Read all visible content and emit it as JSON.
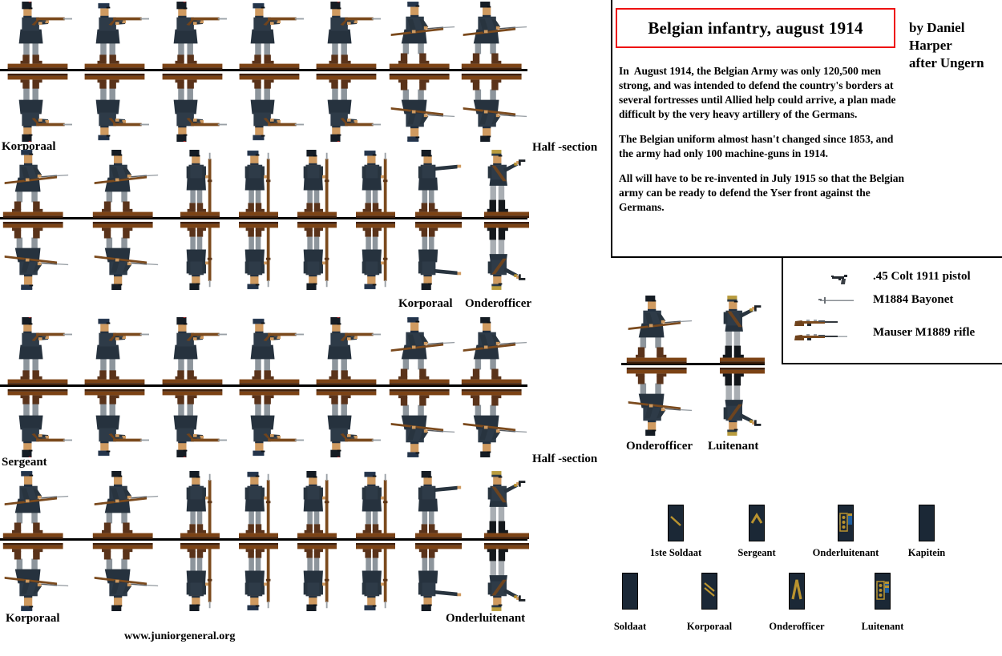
{
  "header": {
    "title": "Belgian infantry, august 1914",
    "byline_lines": [
      "by Daniel",
      "Harper",
      "after Ungern"
    ]
  },
  "description_paragraphs": [
    "In  August 1914, the Belgian Army was only 120,500 men strong, and was intended to defend the country's borders at several fortresses until Allied help could arrive, a plan made difficult by the very heavy artillery of the Germans.",
    "The Belgian uniform almost hasn't changed since 1853, and the army had only 100 machine-guns in 1914.",
    "All will have to be re-invented in July 1915 so that the Belgian army can be ready to defend the Yser front against the Germans."
  ],
  "figure_rows": [
    {
      "name": "row-1",
      "label_left": "Korporaal",
      "label_right": "Half -section",
      "figures": [
        {
          "pose": "firing",
          "hat": "shako"
        },
        {
          "pose": "firing",
          "hat": "cap"
        },
        {
          "pose": "firing",
          "hat": "shako"
        },
        {
          "pose": "firing",
          "hat": "cap"
        },
        {
          "pose": "firing",
          "hat": "shako"
        },
        {
          "pose": "advance",
          "hat": "cap"
        },
        {
          "pose": "advance",
          "hat": "shako"
        }
      ]
    },
    {
      "name": "row-2",
      "labels_bottom": [
        "Korporaal",
        "Onderofficer"
      ],
      "figures": [
        {
          "pose": "advance",
          "hat": "cap"
        },
        {
          "pose": "advance",
          "hat": "shako"
        },
        {
          "pose": "attention",
          "hat": "shako"
        },
        {
          "pose": "attention",
          "hat": "cap"
        },
        {
          "pose": "attention",
          "hat": "shako"
        },
        {
          "pose": "attention",
          "hat": "cap"
        },
        {
          "pose": "pointing",
          "hat": "shako"
        },
        {
          "pose": "officer",
          "hat": "kepi"
        }
      ]
    },
    {
      "name": "row-3",
      "label_left": "Sergeant",
      "label_right": "Half -section",
      "figures": [
        {
          "pose": "firing",
          "hat": "shako"
        },
        {
          "pose": "firing",
          "hat": "cap"
        },
        {
          "pose": "firing",
          "hat": "shako"
        },
        {
          "pose": "firing",
          "hat": "cap"
        },
        {
          "pose": "firing",
          "hat": "shako"
        },
        {
          "pose": "advance",
          "hat": "cap"
        },
        {
          "pose": "advance",
          "hat": "shako"
        }
      ]
    },
    {
      "name": "row-4",
      "label_left": "Korporaal",
      "label_right": "Onderluitenant",
      "figures": [
        {
          "pose": "advance",
          "hat": "cap"
        },
        {
          "pose": "advance",
          "hat": "shako"
        },
        {
          "pose": "attention",
          "hat": "shako"
        },
        {
          "pose": "attention",
          "hat": "cap"
        },
        {
          "pose": "attention",
          "hat": "shako"
        },
        {
          "pose": "attention",
          "hat": "cap"
        },
        {
          "pose": "pointing",
          "hat": "shako"
        },
        {
          "pose": "officer",
          "hat": "kepi"
        }
      ]
    }
  ],
  "command_pair": {
    "figures": [
      {
        "pose": "advance",
        "hat": "shako",
        "label": "Onderofficer"
      },
      {
        "pose": "officer",
        "hat": "kepi",
        "label": "Luitenant"
      }
    ]
  },
  "weapons_legend": {
    "items": [
      {
        "icon": "pistol-icon",
        "label": ".45 Colt 1911 pistol"
      },
      {
        "icon": "bayonet-icon",
        "label": "M1884 Bayonet"
      },
      {
        "icon": "rifle-icon",
        "label": "Mauser M1889 rifle"
      }
    ]
  },
  "insignia": {
    "rows": [
      [
        {
          "label": "1ste Soldaat",
          "type": "stripe1"
        },
        {
          "label": "Sergeant",
          "type": "chevron"
        },
        {
          "label": "Onderluitenant",
          "type": "officer1"
        },
        {
          "label": "Kapitein",
          "type": "plain"
        }
      ],
      [
        {
          "label": "Soldaat",
          "type": "plain"
        },
        {
          "label": "Korporaal",
          "type": "stripe2"
        },
        {
          "label": "Onderofficer",
          "type": "chevron-big"
        },
        {
          "label": "Luitenant",
          "type": "officer2"
        }
      ]
    ]
  },
  "footer": {
    "site": "www.juniorgeneral.org"
  },
  "colors": {
    "title_border_red": "#ee1111",
    "uniform_navy": "#2e3b48",
    "trousers_gray": "#8d959c",
    "rifle_brown": "#7b4a1d",
    "base_brown": "#7c4315",
    "insignia_navy": "#1b2836",
    "insignia_gold": "#b9932f",
    "insignia_blue": "#1d5c9e"
  }
}
